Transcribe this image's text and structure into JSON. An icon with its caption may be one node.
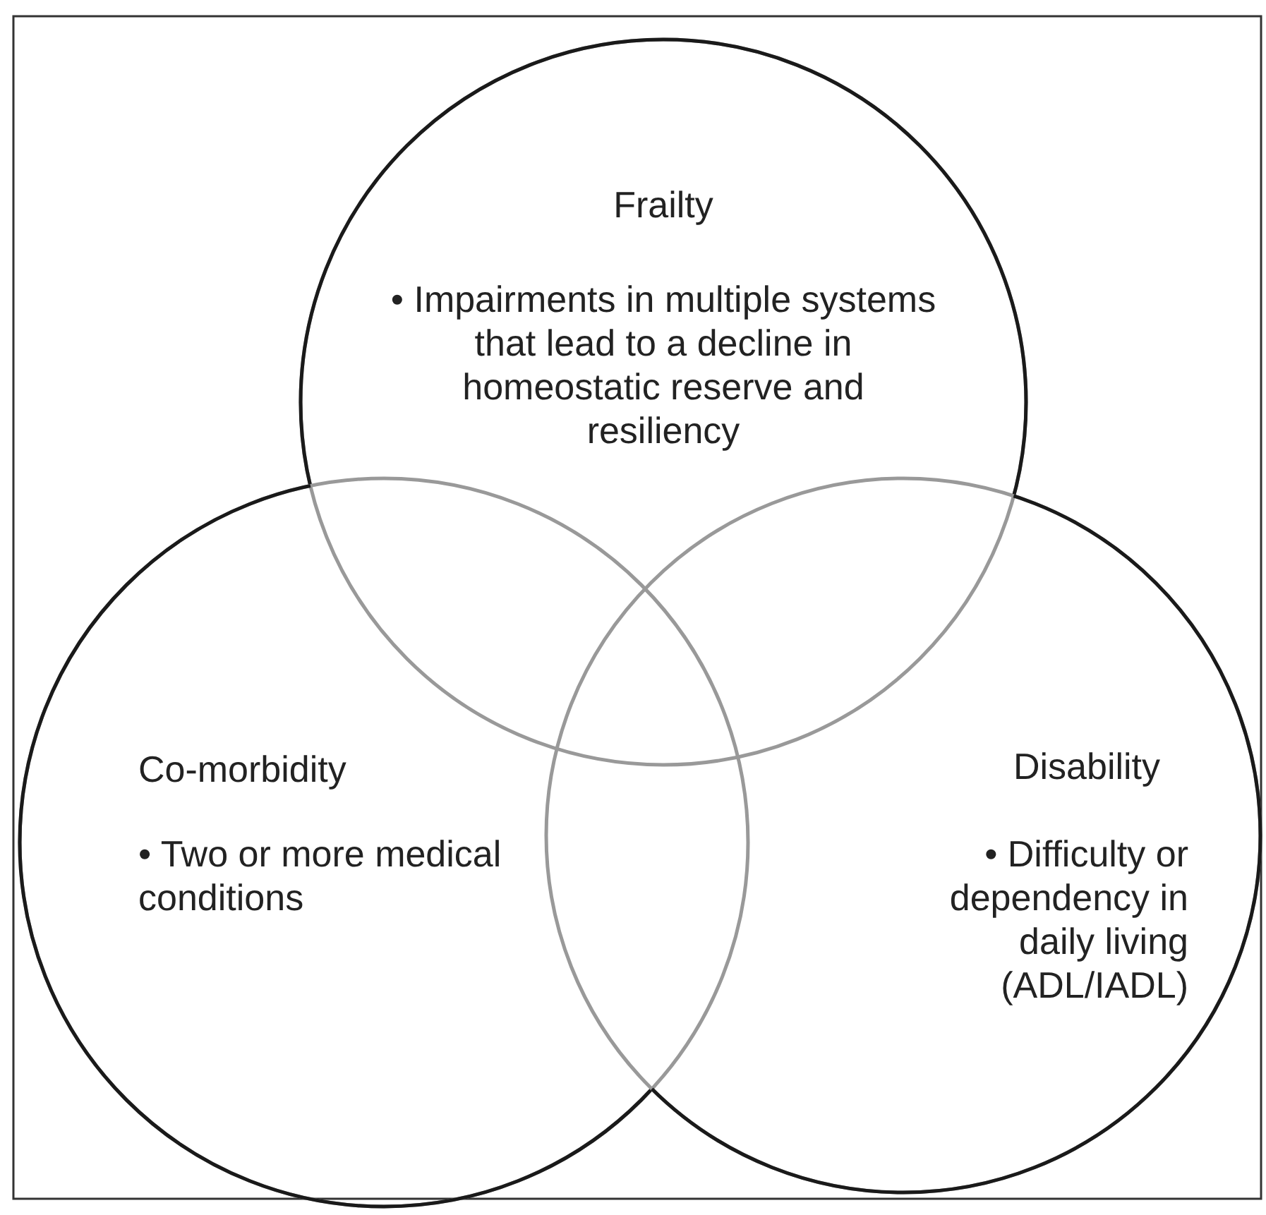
{
  "diagram": {
    "nodes": [
      {
        "text": [
          "Frailty",
          "• Impairments in multiple systems that lead to a decline in homeostatic reserve and resiliency"
        ]
      },
      {
        "text": [
          "Co-morbidity",
          "• Two or more medical conditions"
        ]
      },
      {
        "text": [
          "Disability",
          "• Difficulty or dependency in daily living (ADL/IADL)"
        ]
      }
    ]
  }
}
